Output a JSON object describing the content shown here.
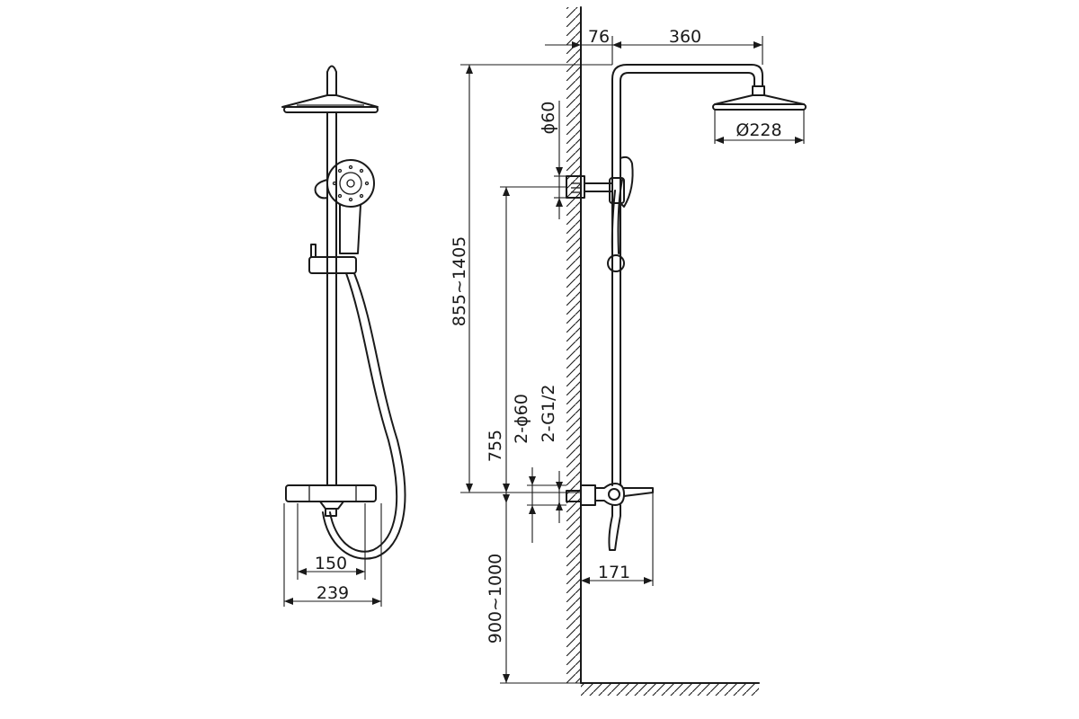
{
  "dimensions": {
    "front_inner_width": "150",
    "front_total_width": "239",
    "wall_offset": "76",
    "arm_length": "360",
    "head_diameter": "Ø228",
    "holder_diameter": "ϕ60",
    "height_range": "855~1405",
    "outlet_height": "755",
    "inlet_diameter": "2-ϕ60",
    "inlet_thread": "2-G1/2",
    "spout_length": "171",
    "floor_height": "900~1000"
  }
}
